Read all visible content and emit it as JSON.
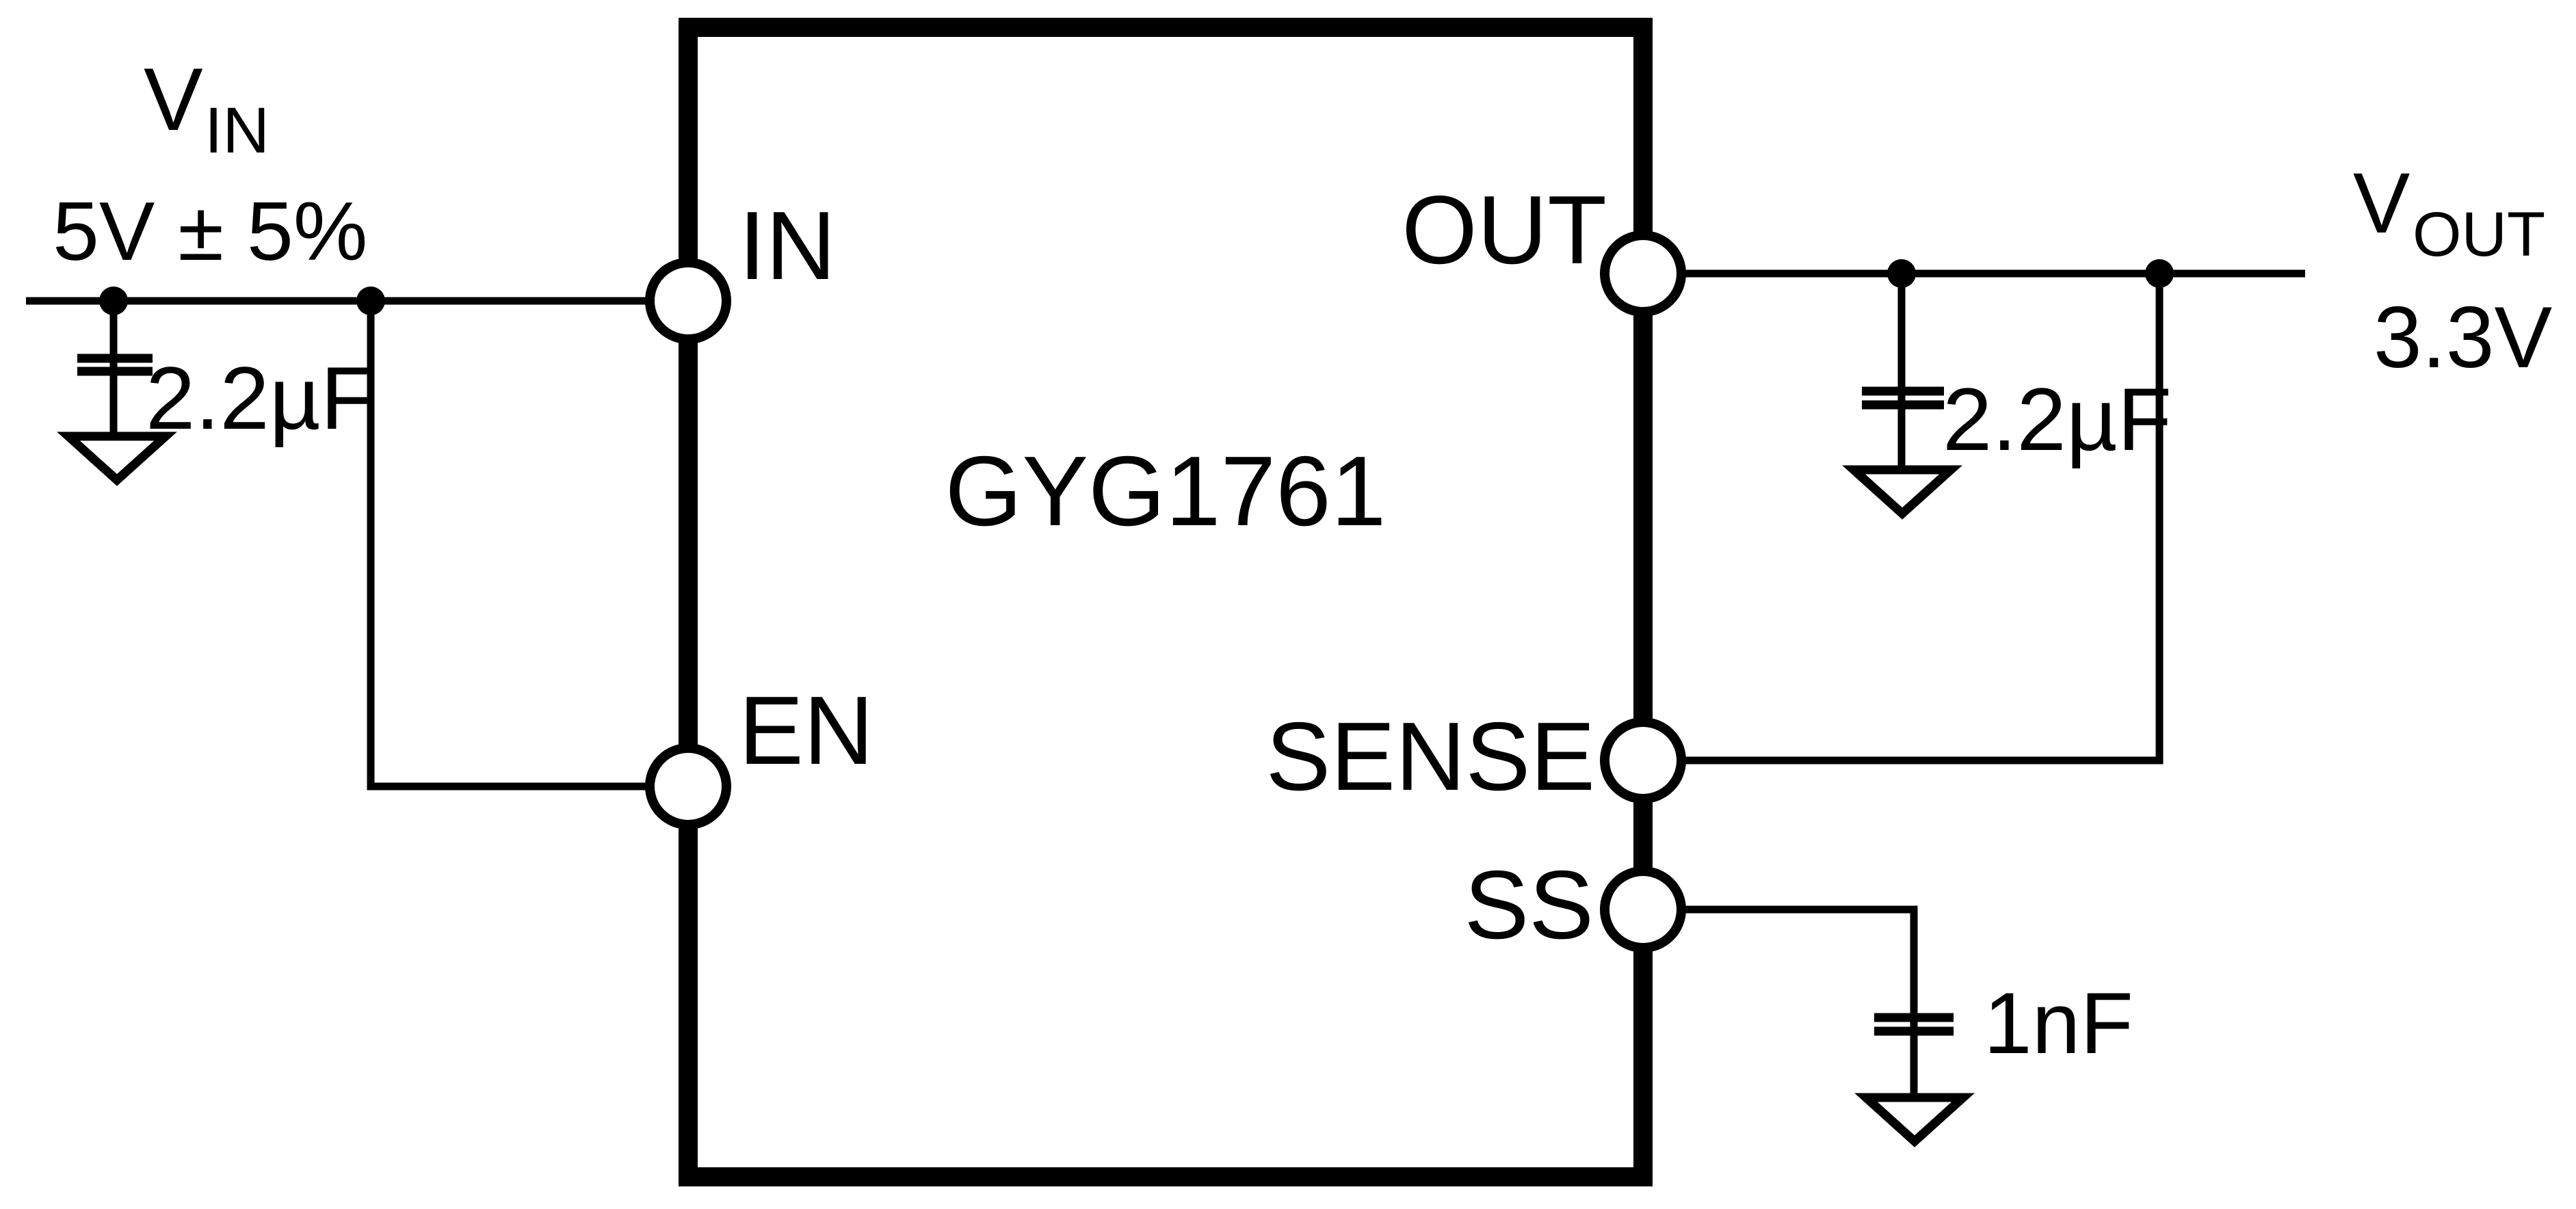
{
  "diagram": {
    "ic": {
      "part_number": "GYG1761",
      "pins": [
        {
          "name": "IN"
        },
        {
          "name": "EN"
        },
        {
          "name": "OUT"
        },
        {
          "name": "SENSE"
        },
        {
          "name": "SS"
        }
      ]
    },
    "input_rail": {
      "net_main": "V",
      "net_sub": "IN",
      "spec": "5V ± 5%",
      "capacitor_value": "2.2µF"
    },
    "output_rail": {
      "net_main": "V",
      "net_sub": "OUT",
      "voltage": "3.3V",
      "capacitor_value": "2.2µF"
    },
    "soft_start": {
      "capacitor_value": "1nF"
    },
    "colors": {
      "ink": "#000000",
      "background": "#ffffff"
    }
  }
}
